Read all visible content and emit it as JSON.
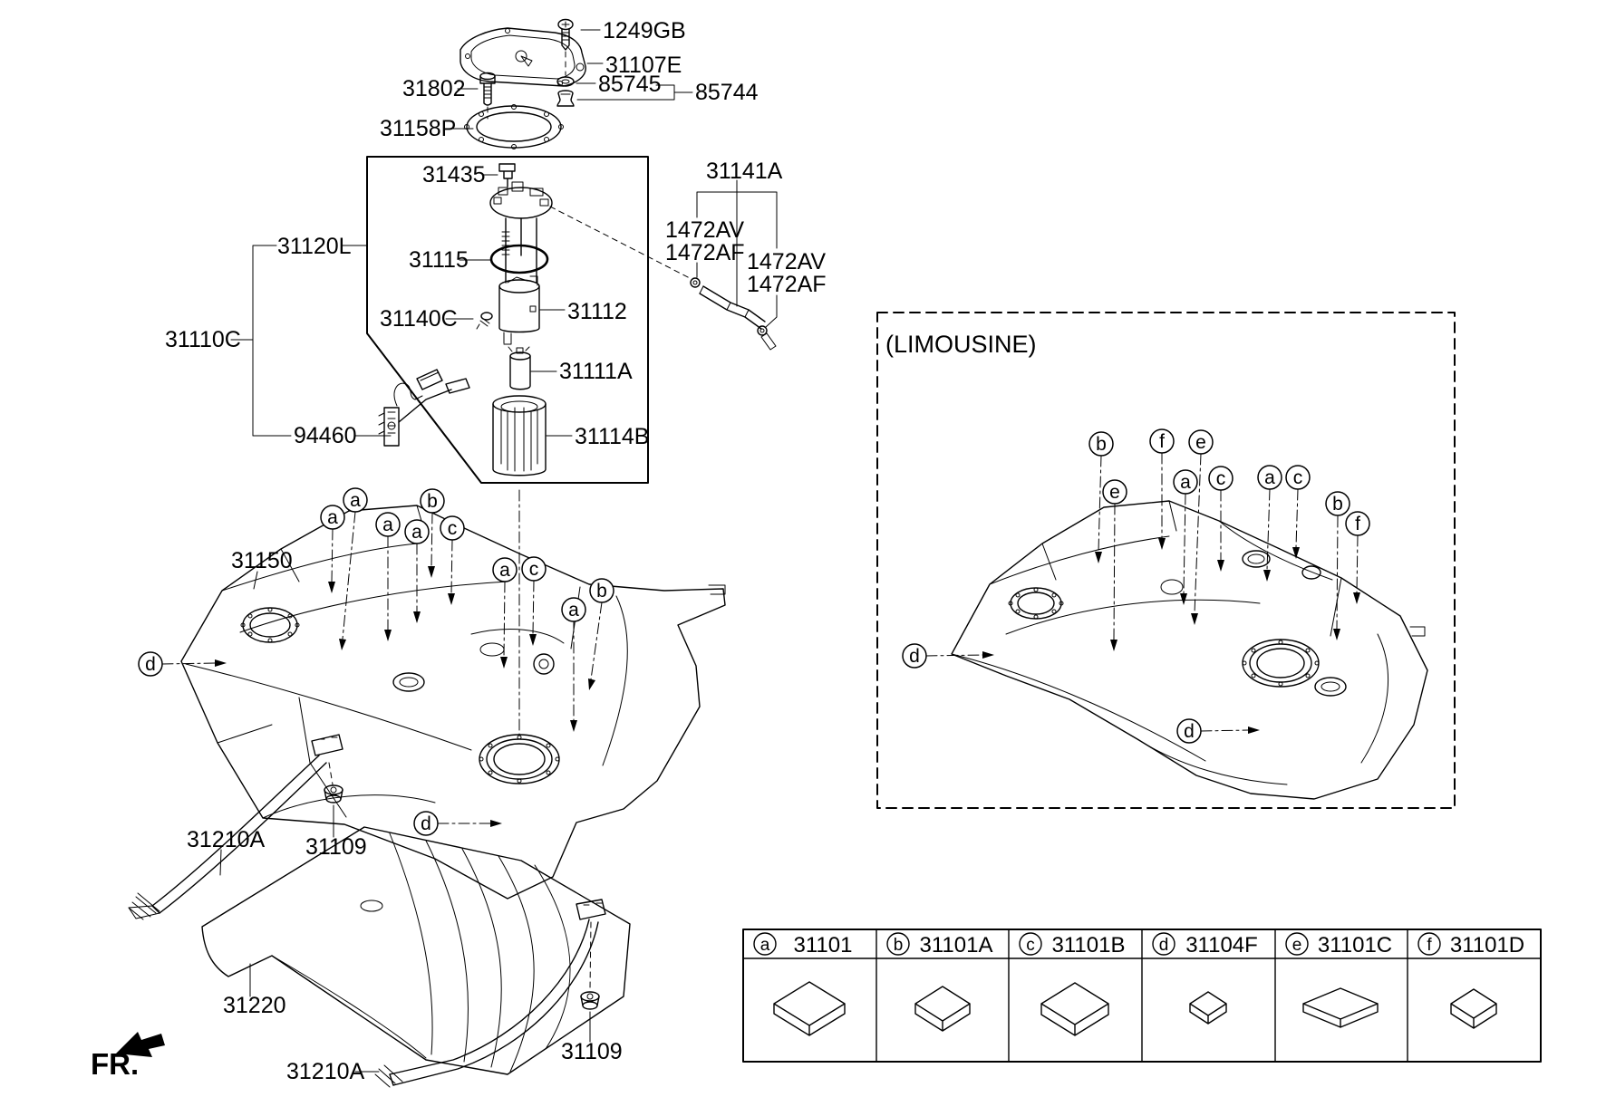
{
  "diagram": {
    "limousine_note": "(LIMOUSINE)",
    "fr_label": "FR.",
    "colors": {
      "line": "#000000",
      "background": "#ffffff"
    },
    "parts": {
      "p1249gb": "1249GB",
      "p31107e": "31107E",
      "p85745": "85745",
      "p85744": "85744",
      "p31802": "31802",
      "p31158p": "31158P",
      "p31435": "31435",
      "p31120l": "31120L",
      "p31115": "31115",
      "p31110c": "31110C",
      "p31140c": "31140C",
      "p31112": "31112",
      "p31111a": "31111A",
      "p94460": "94460",
      "p31114b": "31114B",
      "p31141a": "31141A",
      "p1472av": "1472AV",
      "p1472af": "1472AF",
      "p31150": "31150",
      "p31210a": "31210A",
      "p31109": "31109",
      "p31220": "31220"
    },
    "callouts": {
      "left_tank": [
        {
          "letter": "a"
        },
        {
          "letter": "a"
        },
        {
          "letter": "a"
        },
        {
          "letter": "a"
        },
        {
          "letter": "b"
        },
        {
          "letter": "c"
        },
        {
          "letter": "a"
        },
        {
          "letter": "c"
        },
        {
          "letter": "a"
        },
        {
          "letter": "b"
        },
        {
          "letter": "d"
        },
        {
          "letter": "d"
        }
      ],
      "limousine_tank": [
        {
          "letter": "b"
        },
        {
          "letter": "e"
        },
        {
          "letter": "f"
        },
        {
          "letter": "a"
        },
        {
          "letter": "e"
        },
        {
          "letter": "c"
        },
        {
          "letter": "a"
        },
        {
          "letter": "c"
        },
        {
          "letter": "b"
        },
        {
          "letter": "f"
        },
        {
          "letter": "d"
        },
        {
          "letter": "d"
        }
      ]
    },
    "legend": {
      "items": [
        {
          "letter": "a",
          "part": "31101"
        },
        {
          "letter": "b",
          "part": "31101A"
        },
        {
          "letter": "c",
          "part": "31101B"
        },
        {
          "letter": "d",
          "part": "31104F"
        },
        {
          "letter": "e",
          "part": "31101C"
        },
        {
          "letter": "f",
          "part": "31101D"
        }
      ]
    }
  }
}
